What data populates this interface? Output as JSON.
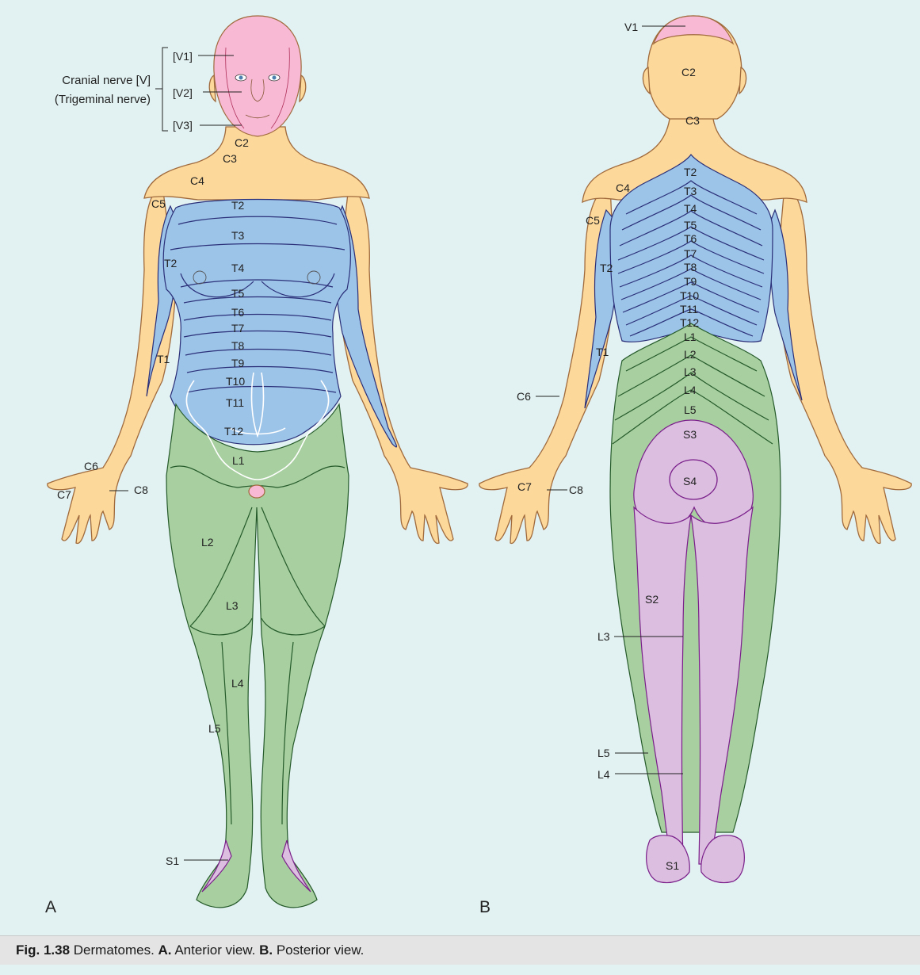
{
  "colors": {
    "background": "#e2f1f1",
    "trigeminal": "#f7b9d4",
    "cervical": "#fcd89a",
    "thoracic": "#9cc3e8",
    "lumbar": "#a8cfa0",
    "sacral": "#dcbfe0"
  },
  "anterior": {
    "panel_label": "A",
    "cranial_nerve_line1": "Cranial nerve [V]",
    "cranial_nerve_line2": "(Trigeminal nerve)",
    "v1": "[V1]",
    "v2": "[V2]",
    "v3": "[V3]",
    "c2": "C2",
    "c3": "C3",
    "c4": "C4",
    "c5": "C5",
    "c6": "C6",
    "c7": "C7",
    "c8": "C8",
    "t1": "T1",
    "t2_arm": "T2",
    "t2": "T2",
    "t3": "T3",
    "t4": "T4",
    "t5": "T5",
    "t6": "T6",
    "t7": "T7",
    "t8": "T8",
    "t9": "T9",
    "t10": "T10",
    "t11": "T11",
    "t12": "T12",
    "l1": "L1",
    "l2": "L2",
    "l3": "L3",
    "l4": "L4",
    "l5": "L5",
    "s1": "S1"
  },
  "posterior": {
    "panel_label": "B",
    "v1": "V1",
    "c2": "C2",
    "c3": "C3",
    "c4": "C4",
    "c5": "C5",
    "c6": "C6",
    "c7": "C7",
    "c8": "C8",
    "t1": "T1",
    "t2_arm": "T2",
    "t2": "T2",
    "t3": "T3",
    "t4": "T4",
    "t5": "T5",
    "t6": "T6",
    "t7": "T7",
    "t8": "T8",
    "t9": "T9",
    "t10": "T10",
    "t11": "T11",
    "t12": "T12",
    "l1": "L1",
    "l2": "L2",
    "l3": "L3",
    "l4": "L4",
    "l5": "L5",
    "s1": "S1",
    "s2": "S2",
    "s3": "S3",
    "s4": "S4",
    "l3_leg": "L3",
    "l4_leg": "L4",
    "l5_leg": "L5"
  },
  "caption": {
    "fig_number": "Fig. 1.38",
    "title": "Dermatomes.",
    "a_label": "A.",
    "a_text": "Anterior view.",
    "b_label": "B.",
    "b_text": "Posterior view."
  }
}
